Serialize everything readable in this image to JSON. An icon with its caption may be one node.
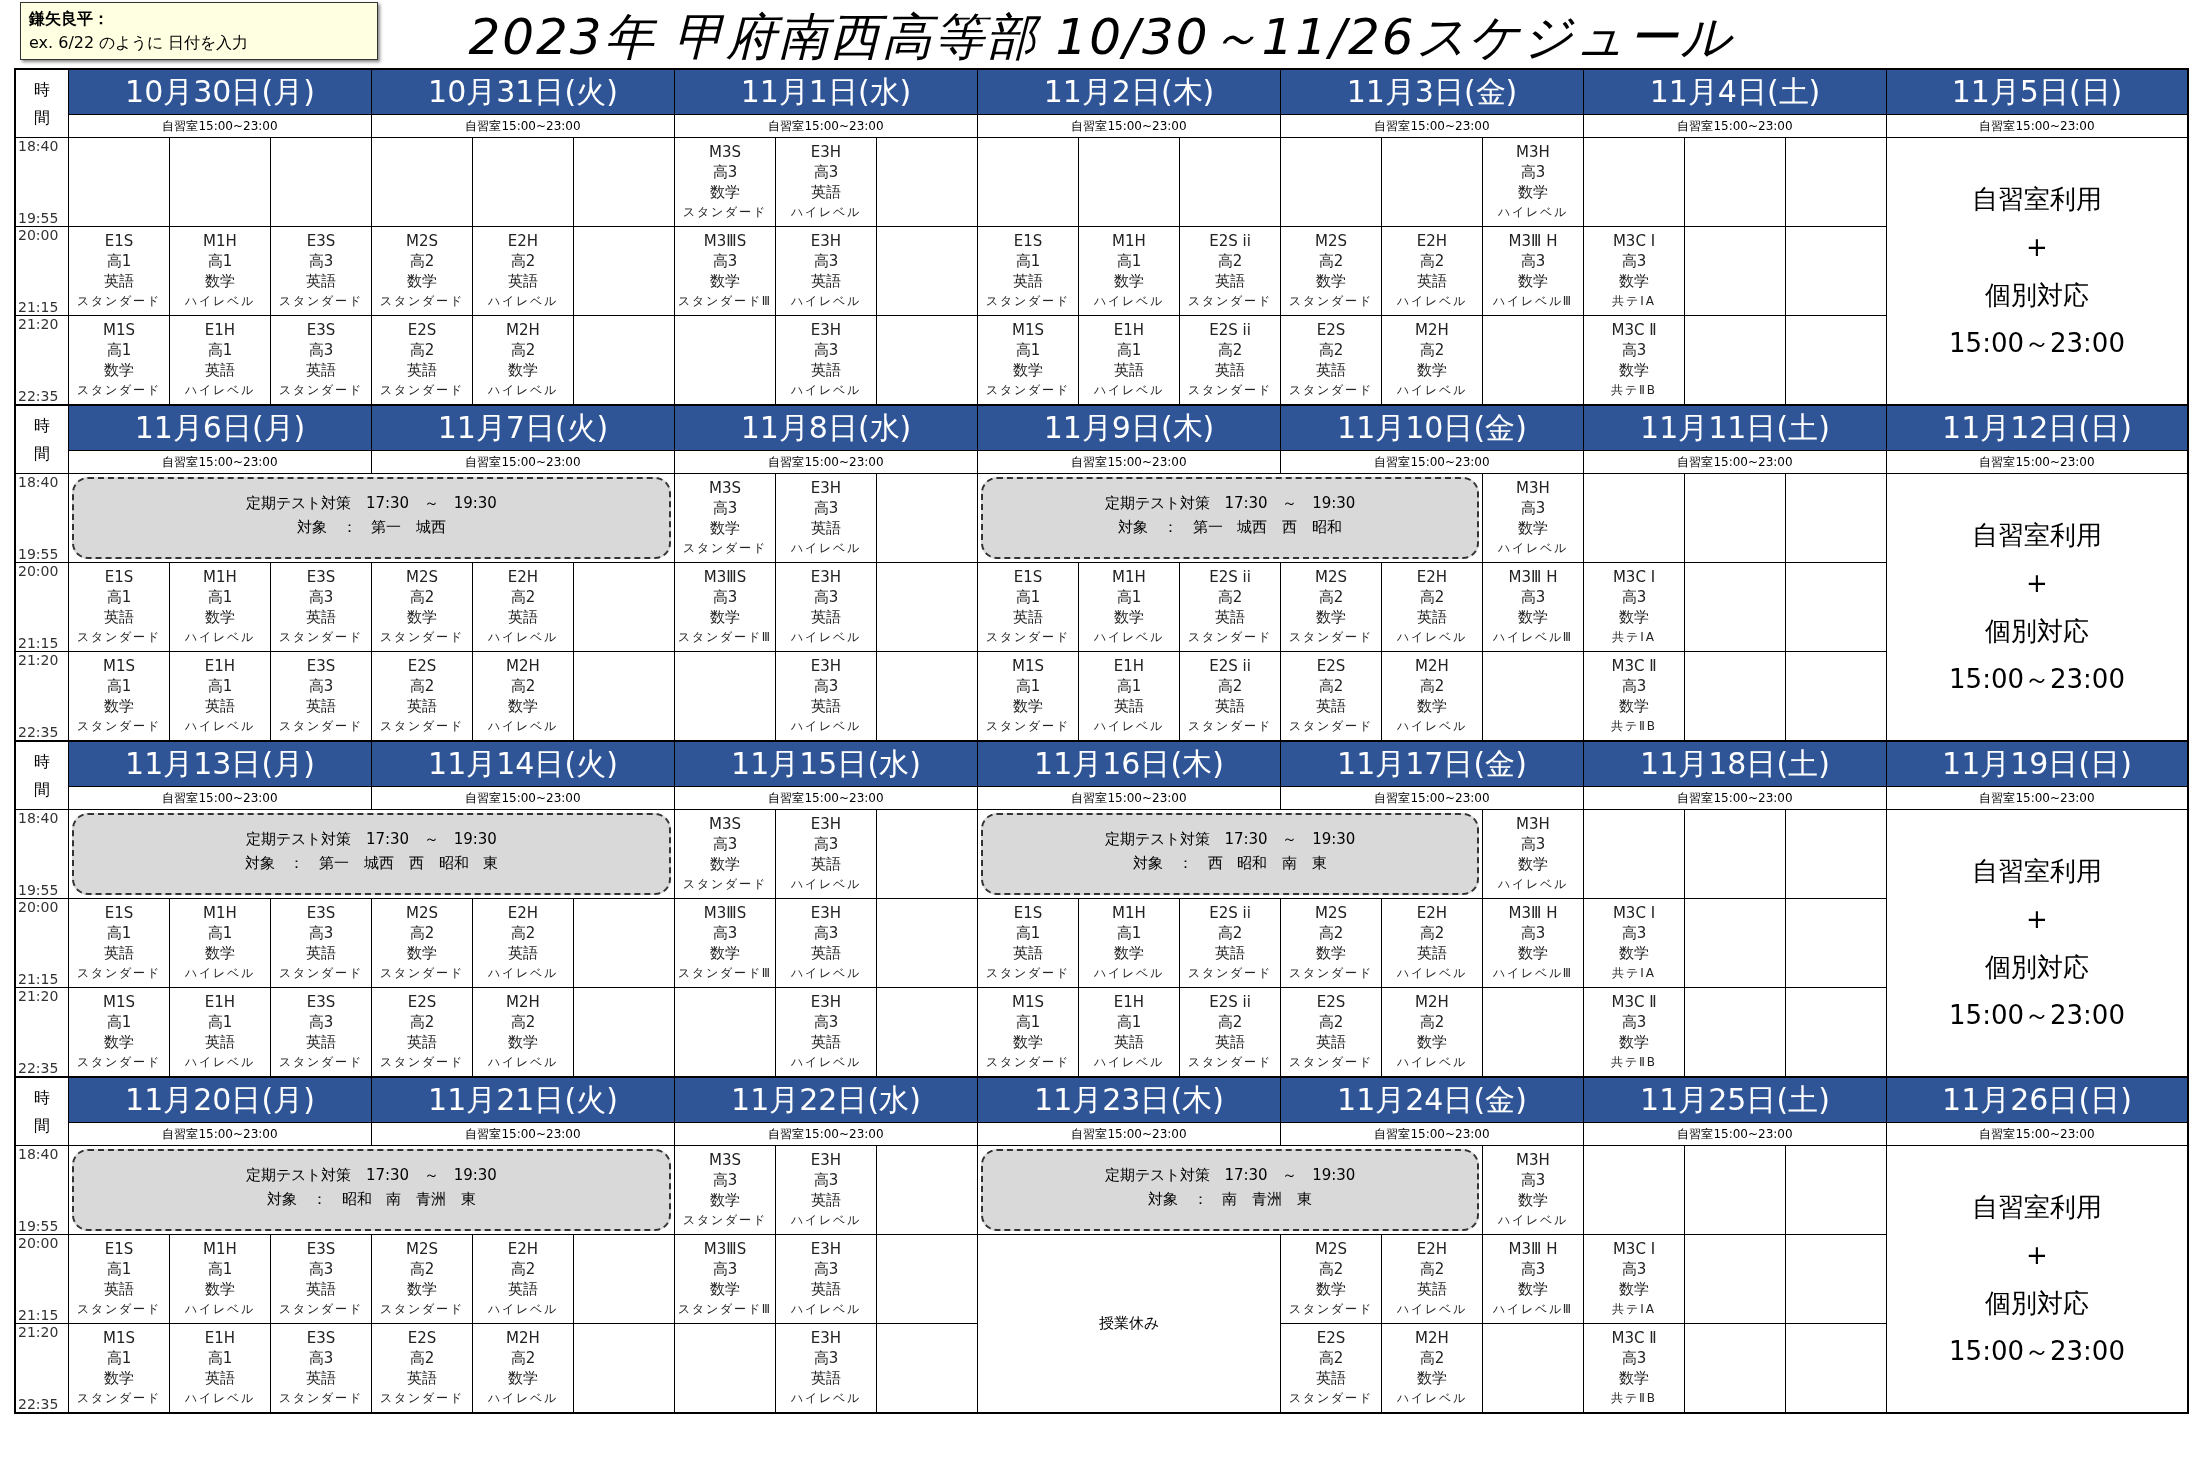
{
  "diagram": {
    "title": "2023年 甲府南西高等部 10/30～11/26スケジュール",
    "nodes": [
      {
        "text": [
          "定期テスト対策 17:30 ～ 19:30",
          "対象 ： 第一 城西"
        ]
      },
      {
        "text": [
          "定期テスト対策 17:30 ～ 19:30",
          "対象 ： 第一 城西 西 昭和"
        ]
      },
      {
        "text": [
          "定期テスト対策 17:30 ～ 19:30",
          "対象 ： 第一 城西 西 昭和 東"
        ]
      },
      {
        "text": [
          "定期テスト対策 17:30 ～ 19:30",
          "対象 ： 西 昭和 南 東"
        ]
      },
      {
        "text": [
          "定期テスト対策 17:30 ～ 19:30",
          "対象 ： 昭和 南 青洲 東"
        ]
      },
      {
        "text": [
          "定期テスト対策 17:30 ～ 19:30",
          "対象 ： 南 青洲 東"
        ]
      }
    ],
    "labels": [
      "鎌矢良平：",
      "ex. 6/22 のように 日付を入力",
      "時間",
      "10月30日(月)",
      "10月31日(火)",
      "11月1日(水)",
      "11月2日(木)",
      "11月3日(金)",
      "11月4日(土)",
      "11月5日(日)",
      "自習室15:00~23:00",
      "自習室15:00~23:00",
      "自習室15:00~23:00",
      "自習室15:00~23:00",
      "自習室15:00~23:00",
      "自習室15:00~23:00",
      "自習室15:00~23:00",
      "18:40",
      "19:55",
      "M3S",
      "高3",
      "数学",
      "スタンダード",
      "E3H",
      "高3",
      "英語",
      "ハイレベル",
      "M3H",
      "高3",
      "数学",
      "ハイレベル",
      "自習室利用",
      "+",
      "個別対応",
      "15:00～23:00",
      "20:00",
      "21:15",
      "E1S",
      "高1",
      "英語",
      "スタンダード",
      "M1H",
      "高1",
      "数学",
      "ハイレベル",
      "E3S",
      "高3",
      "英語",
      "スタンダード",
      "M2S",
      "高2",
      "数学",
      "スタンダード",
      "E2H",
      "高2",
      "英語",
      "ハイレベル",
      "M3ⅢS",
      "高3",
      "数学",
      "スタンダードⅢ",
      "E3H",
      "高3",
      "英語",
      "ハイレベル",
      "E1S",
      "高1",
      "英語",
      "スタンダード",
      "M1H",
      "高1",
      "数学",
      "ハイレベル",
      "E2S ii",
      "高2",
      "英語",
      "スタンダード",
      "M2S",
      "高2",
      "数学",
      "スタンダード",
      "E2H",
      "高2",
      "英語",
      "ハイレベル",
      "M3Ⅲ H",
      "高3",
      "数学",
      "ハイレベルⅢ",
      "M3C Ⅰ",
      "高3",
      "数学",
      "共テⅠA",
      "21:20",
      "22:35",
      "M1S",
      "高1",
      "数学",
      "スタンダード",
      "E1H",
      "高1",
      "英語",
      "ハイレベル",
      "E3S",
      "高3",
      "英語",
      "スタンダード",
      "E2S",
      "高2",
      "英語",
      "スタンダード",
      "M2H",
      "高2",
      "数学",
      "ハイレベル",
      "E3H",
      "高3",
      "英語",
      "ハイレベル",
      "M1S",
      "高1",
      "数学",
      "スタンダード",
      "E1H",
      "高1",
      "英語",
      "ハイレベル",
      "E2S ii",
      "高2",
      "英語",
      "スタンダード",
      "E2S",
      "高2",
      "英語",
      "スタンダード",
      "M2H",
      "高2",
      "数学",
      "ハイレベル",
      "M3C Ⅱ",
      "高3",
      "数学",
      "共テⅡB",
      "時間",
      "11月6日(月)",
      "11月7日(火)",
      "11月8日(水)",
      "11月9日(木)",
      "11月10日(金)",
      "11月11日(土)",
      "11月12日(日)",
      "自習室15:00~23:00",
      "自習室15:00~23:00",
      "自習室15:00~23:00",
      "自習室15:00~23:00",
      "自習室15:00~23:00",
      "自習室15:00~23:00",
      "自習室15:00~23:00",
      "18:40",
      "19:55",
      "M3S",
      "高3",
      "数学",
      "スタンダード",
      "E3H",
      "高3",
      "英語",
      "ハイレベル",
      "M3H",
      "高3",
      "数学",
      "ハイレベル",
      "自習室利用",
      "+",
      "個別対応",
      "15:00～23:00",
      "20:00",
      "21:15",
      "E1S",
      "高1",
      "英語",
      "スタンダード",
      "M1H",
      "高1",
      "数学",
      "ハイレベル",
      "E3S",
      "高3",
      "英語",
      "スタンダード",
      "M2S",
      "高2",
      "数学",
      "スタンダード",
      "E2H",
      "高2",
      "英語",
      "ハイレベル",
      "M3ⅢS",
      "高3",
      "数学",
      "スタンダードⅢ",
      "E3H",
      "高3",
      "英語",
      "ハイレベル",
      "E1S",
      "高1",
      "英語",
      "スタンダード",
      "M1H",
      "高1",
      "数学",
      "ハイレベル",
      "E2S ii",
      "高2",
      "英語",
      "スタンダード",
      "M2S",
      "高2",
      "数学",
      "スタンダード",
      "E2H",
      "高2",
      "英語",
      "ハイレベル",
      "M3Ⅲ H",
      "高3",
      "数学",
      "ハイレベルⅢ",
      "M3C Ⅰ",
      "高3",
      "数学",
      "共テⅠA",
      "21:20",
      "22:35",
      "M1S",
      "高1",
      "数学",
      "スタンダード",
      "E1H",
      "高1",
      "英語",
      "ハイレベル",
      "E3S",
      "高3",
      "英語",
      "スタンダード",
      "E2S",
      "高2",
      "英語",
      "スタンダード",
      "M2H",
      "高2",
      "数学",
      "ハイレベル",
      "E3H",
      "高3",
      "英語",
      "ハイレベル",
      "M1S",
      "高1",
      "数学",
      "スタンダード",
      "E1H",
      "高1",
      "英語",
      "ハイレベル",
      "E2S ii",
      "高2",
      "英語",
      "スタンダード",
      "E2S",
      "高2",
      "英語",
      "スタンダード",
      "M2H",
      "高2",
      "数学",
      "ハイレベル",
      "M3C Ⅱ",
      "高3",
      "数学",
      "共テⅡB",
      "時間",
      "11月13日(月)",
      "11月14日(火)",
      "11月15日(水)",
      "11月16日(木)",
      "11月17日(金)",
      "11月18日(土)",
      "11月19日(日)",
      "自習室15:00~23:00",
      "自習室15:00~23:00",
      "自習室15:00~23:00",
      "自習室15:00~23:00",
      "自習室15:00~23:00",
      "自習室15:00~23:00",
      "自習室15:00~23:00",
      "18:40",
      "19:55",
      "M3S",
      "高3",
      "数学",
      "スタンダード",
      "E3H",
      "高3",
      "英語",
      "ハイレベル",
      "M3H",
      "高3",
      "数学",
      "ハイレベル",
      "自習室利用",
      "+",
      "個別対応",
      "15:00～23:00",
      "20:00",
      "21:15",
      "E1S",
      "高1",
      "英語",
      "スタンダード",
      "M1H",
      "高1",
      "数学",
      "ハイレベル",
      "E3S",
      "高3",
      "英語",
      "スタンダード",
      "M2S",
      "高2",
      "数学",
      "スタンダード",
      "E2H",
      "高2",
      "英語",
      "ハイレベル",
      "M3ⅢS",
      "高3",
      "数学",
      "スタンダードⅢ",
      "E3H",
      "高3",
      "英語",
      "ハイレベル",
      "E1S",
      "高1",
      "英語",
      "スタンダード",
      "M1H",
      "高1",
      "数学",
      "ハイレベル",
      "E2S ii",
      "高2",
      "英語",
      "スタンダード",
      "M2S",
      "高2",
      "数学",
      "スタンダード",
      "E2H",
      "高2",
      "英語",
      "ハイレベル",
      "M3Ⅲ H",
      "高3",
      "数学",
      "ハイレベルⅢ",
      "M3C Ⅰ",
      "高3",
      "数学",
      "共テⅠA",
      "21:20",
      "22:35",
      "M1S",
      "高1",
      "数学",
      "スタンダード",
      "E1H",
      "高1",
      "英語",
      "ハイレベル",
      "E3S",
      "高3",
      "英語",
      "スタンダード",
      "E2S",
      "高2",
      "英語",
      "スタンダード",
      "M2H",
      "高2",
      "数学",
      "ハイレベル",
      "E3H",
      "高3",
      "英語",
      "ハイレベル",
      "M1S",
      "高1",
      "数学",
      "スタンダード",
      "E1H",
      "高1",
      "英語",
      "ハイレベル",
      "E2S ii",
      "高2",
      "英語",
      "スタンダード",
      "E2S",
      "高2",
      "英語",
      "スタンダード",
      "M2H",
      "高2",
      "数学",
      "ハイレベル",
      "M3C Ⅱ",
      "高3",
      "数学",
      "共テⅡB",
      "時間",
      "11月20日(月)",
      "11月21日(火)",
      "11月22日(水)",
      "11月23日(木)",
      "11月24日(金)",
      "11月25日(土)",
      "11月26日(日)",
      "自習室15:00~23:00",
      "自習室15:00~23:00",
      "自習室15:00~23:00",
      "自習室15:00~23:00",
      "自習室15:00~23:00",
      "自習室15:00~23:00",
      "自習室15:00~23:00",
      "18:40",
      "19:55",
      "M3S",
      "高3",
      "数学",
      "スタンダード",
      "E3H",
      "高3",
      "英語",
      "ハイレベル",
      "M3H",
      "高3",
      "数学",
      "ハイレベル",
      "自習室利用",
      "+",
      "個別対応",
      "15:00～23:00",
      "20:00",
      "21:15",
      "E1S",
      "高1",
      "英語",
      "スタンダード",
      "M1H",
      "高1",
      "数学",
      "ハイレベル",
      "E3S",
      "高3",
      "英語",
      "スタンダード",
      "M2S",
      "高2",
      "数学",
      "スタンダード",
      "E2H",
      "高2",
      "英語",
      "ハイレベル",
      "M3ⅢS",
      "高3",
      "数学",
      "スタンダードⅢ",
      "E3H",
      "高3",
      "英語",
      "ハイレベル",
      "授業休み",
      "M2S",
      "高2",
      "数学",
      "スタンダード",
      "E2H",
      "高2",
      "英語",
      "ハイレベル",
      "M3Ⅲ H",
      "高3",
      "数学",
      "ハイレベルⅢ",
      "M3C Ⅰ",
      "高3",
      "数学",
      "共テⅠA",
      "21:20",
      "22:35",
      "M1S",
      "高1",
      "数学",
      "スタンダード",
      "E1H",
      "高1",
      "英語",
      "ハイレベル",
      "E3S",
      "高3",
      "英語",
      "スタンダード",
      "E2S",
      "高2",
      "英語",
      "スタンダード",
      "M2H",
      "高2",
      "数学",
      "ハイレベル",
      "E3H",
      "高3",
      "英語",
      "ハイレベル",
      "E2S",
      "高2",
      "英語",
      "スタンダード",
      "M2H",
      "高2",
      "数学",
      "ハイレベル",
      "M3C Ⅱ",
      "高3",
      "数学",
      "共テⅡB"
    ]
  }
}
